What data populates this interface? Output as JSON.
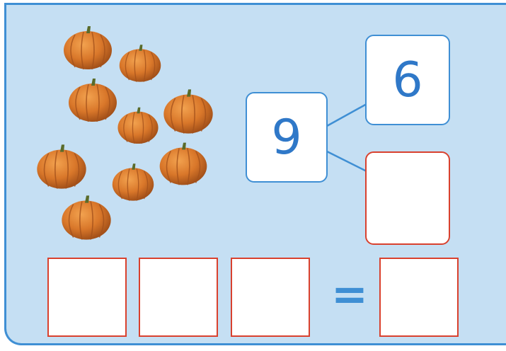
{
  "task": {
    "whole": "9",
    "part_known": "6",
    "part_unknown": "",
    "equation": {
      "slot_1": "",
      "slot_2": "",
      "slot_3": "",
      "equals_sign": "=",
      "result": ""
    }
  },
  "pumpkin_count": 9,
  "colors": {
    "card_background": "#c5dff3",
    "accent_blue": "#3f8fd4",
    "number_blue": "#2f78c8",
    "answer_red": "#d9412e",
    "pumpkin_orange": "#d9772a"
  }
}
